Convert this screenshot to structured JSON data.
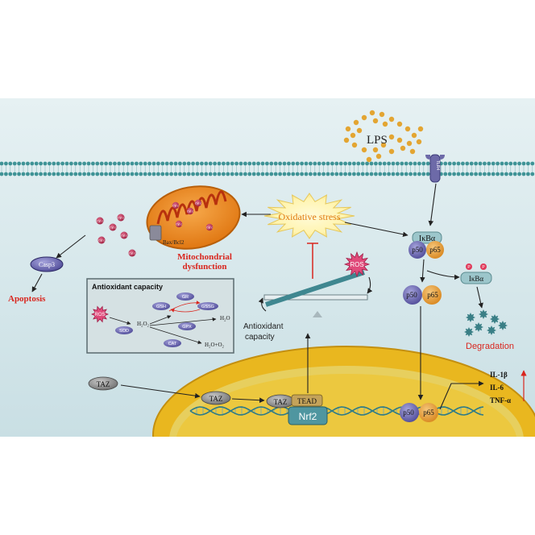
{
  "labels": {
    "lps": "LPS",
    "tlr4": "TLR4",
    "oxidative_stress": "Oxidative stress",
    "mito_title_1": "Mitochondrial",
    "mito_title_2": "dysfunction",
    "bax_bcl2": "Bax/Bcl2",
    "cytc": "Cyt c",
    "casp3": "Casp3",
    "apoptosis": "Apoptosis",
    "antioxidant_box_title": "Antioxidant capacity",
    "ros": "ROS",
    "gr": "GR",
    "gsh": "GSH",
    "gssg": "GSSG",
    "gpx": "GPX",
    "sod": "SOD",
    "cat": "CAT",
    "h2o2": "H₂O₂",
    "h2o": "H₂O",
    "h2o_o2": "H₂O+O₂",
    "antioxidant_capacity_line1": "Antioxidant",
    "antioxidant_capacity_line2": "capacity",
    "ikba": "IκBα",
    "p50": "p50",
    "p65": "p65",
    "p": "P",
    "degradation": "Degradation",
    "taz": "TAZ",
    "tead": "TEAD",
    "nrf2": "Nrf2",
    "il1b": "IL-1β",
    "il6": "IL-6",
    "tnfa": "TNF-α"
  },
  "colors": {
    "background_panel": "#d2e6ea",
    "membrane": "#3f9396",
    "mitochondria": "#f08a1f",
    "nucleus": "#e9b71f",
    "red_label": "#e0221f",
    "purple_protein": "#6b68b4",
    "orange_protein": "#e59a2b",
    "lps_dot": "#e3a532",
    "degradation_particle": "#3a7f86"
  }
}
